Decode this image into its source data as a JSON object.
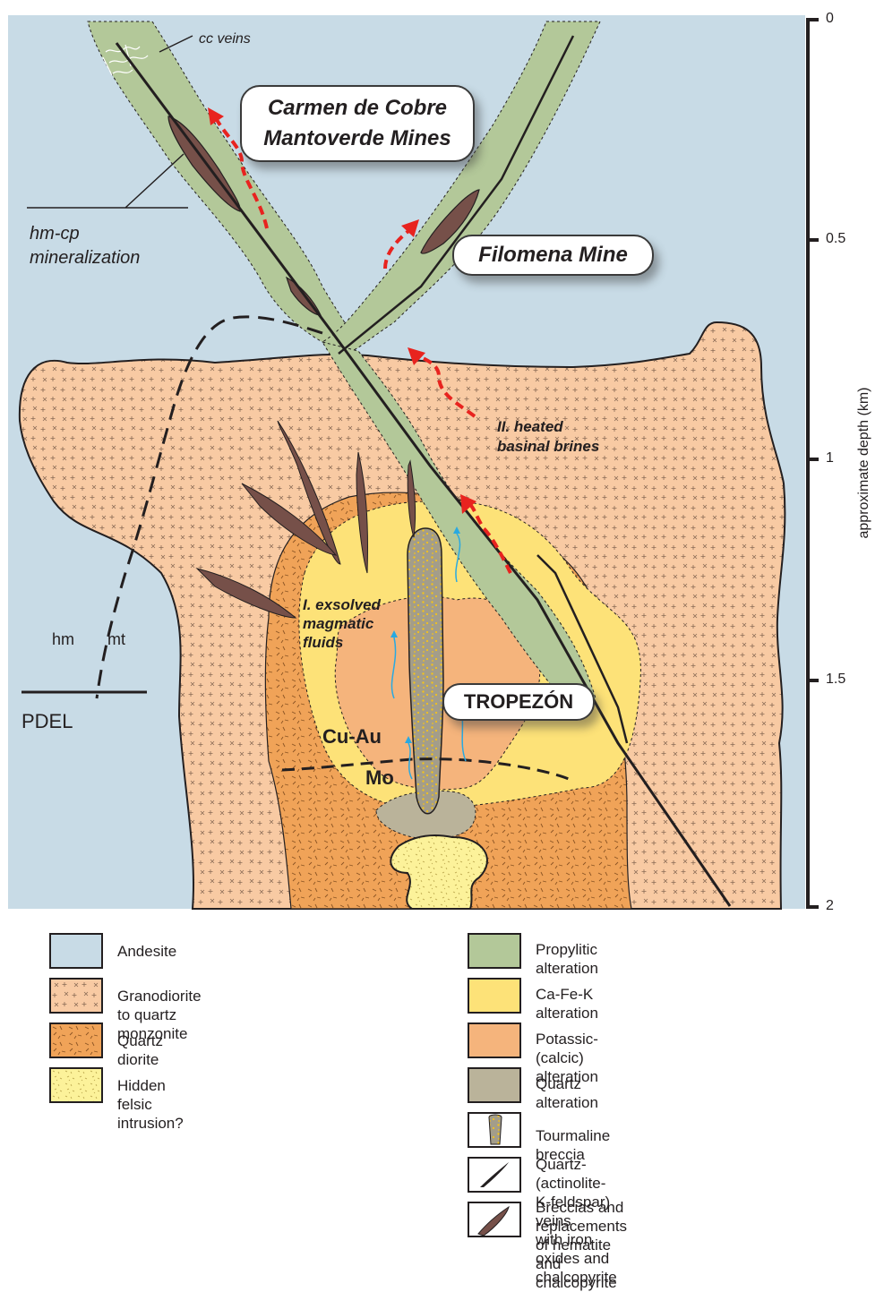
{
  "diagram": {
    "labels": {
      "cc_veins": "cc veins",
      "hm_cp": [
        "hm-cp",
        "mineralization"
      ],
      "carmen": [
        "Carmen de Cobre",
        "Mantoverde Mines"
      ],
      "filomena": "Filomena Mine",
      "heated_brines": [
        "II. heated",
        "basinal brines"
      ],
      "exsolved": [
        "I. exsolved",
        "magmatic",
        "fluids"
      ],
      "tropezon": "TROPEZÓN",
      "cu_au": "Cu-Au",
      "mo": "Mo",
      "hm": "hm",
      "mt": "mt",
      "pdel": "PDEL"
    },
    "depth_axis": {
      "label": "approximate depth (km)",
      "ticks": [
        "0",
        "0.5",
        "1",
        "1.5",
        "2"
      ]
    }
  },
  "colors": {
    "andesite": "#c8dbe6",
    "granodiorite": "#f8caa3",
    "quartz_diorite": "#f0a358",
    "felsic": "#fcf29a",
    "propylitic": "#b3c899",
    "cafek": "#fde278",
    "potassic": "#f5b47c",
    "quartz": "#bab39a",
    "hematite": "#765049",
    "arrow_red": "#e8231f",
    "arrow_blue": "#29a9e1"
  },
  "legend": {
    "left": [
      {
        "label": "Andesite",
        "swatch": "andesite"
      },
      {
        "label": "Granodiorite to quartz monzonite",
        "swatch": "granodiorite"
      },
      {
        "label": "Quartz diorite",
        "swatch": "quartz_diorite"
      },
      {
        "label": "Hidden felsic intrusion?",
        "swatch": "felsic"
      }
    ],
    "right": [
      {
        "label": "Propylitic alteration",
        "swatch": "propylitic"
      },
      {
        "label": "Ca-Fe-K alteration",
        "swatch": "cafek"
      },
      {
        "label": "Potassic-(calcic) alteration",
        "swatch": "potassic"
      },
      {
        "label": "Quartz alteration",
        "swatch": "quartz"
      },
      {
        "label": "Tourmaline breccia",
        "swatch": "tourmaline"
      },
      {
        "label": [
          "Quartz-(actinolite-K-feldspar) veins",
          "with iron oxides and chalcopyrite"
        ],
        "swatch": "qveins"
      },
      {
        "label": [
          "Breccias and replacements of hematite",
          "and chalcopyrite"
        ],
        "swatch": "hmbreccia"
      }
    ]
  }
}
